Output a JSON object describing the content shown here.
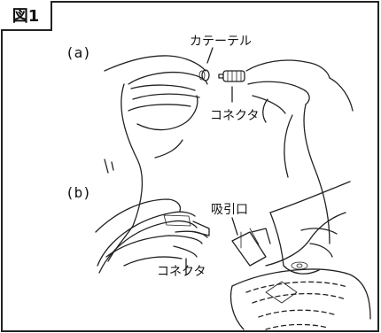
{
  "figure": {
    "tag": "図1",
    "panels": [
      {
        "id": "a",
        "label": "(a)",
        "callouts": {
          "catheter": "カテーテル",
          "connector": "コネクタ"
        }
      },
      {
        "id": "b",
        "label": "(b)",
        "callouts": {
          "suction_port": "吸引口",
          "connector": "コネクタ"
        }
      }
    ]
  }
}
